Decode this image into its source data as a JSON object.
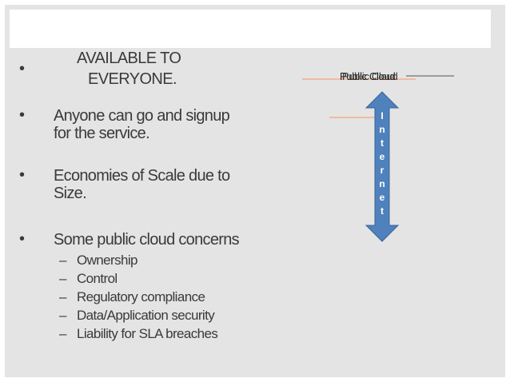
{
  "heading": {
    "line1": "AVAILABLE TO",
    "line2": "EVERYONE."
  },
  "bullets": [
    {
      "lines": [
        "Anyone can go and signup",
        "for the service."
      ]
    },
    {
      "lines": [
        "Economies of Scale due to",
        "Size."
      ]
    },
    {
      "lines": [
        "Some public cloud concerns"
      ]
    }
  ],
  "concerns": [
    "Ownership",
    "Control",
    "Regulatory compliance",
    "Data/Application security",
    "Liability for SLA breaches"
  ],
  "diagram": {
    "cloud_label": "Public Cloud",
    "arrow_letters": [
      "I",
      "n",
      "t",
      "e",
      "r",
      "n",
      "e",
      "t"
    ],
    "arrow_color": "#4f81bd",
    "accent_line_color": "#f2a57a"
  },
  "symbols": {
    "bullet": "•",
    "dash": "–"
  }
}
